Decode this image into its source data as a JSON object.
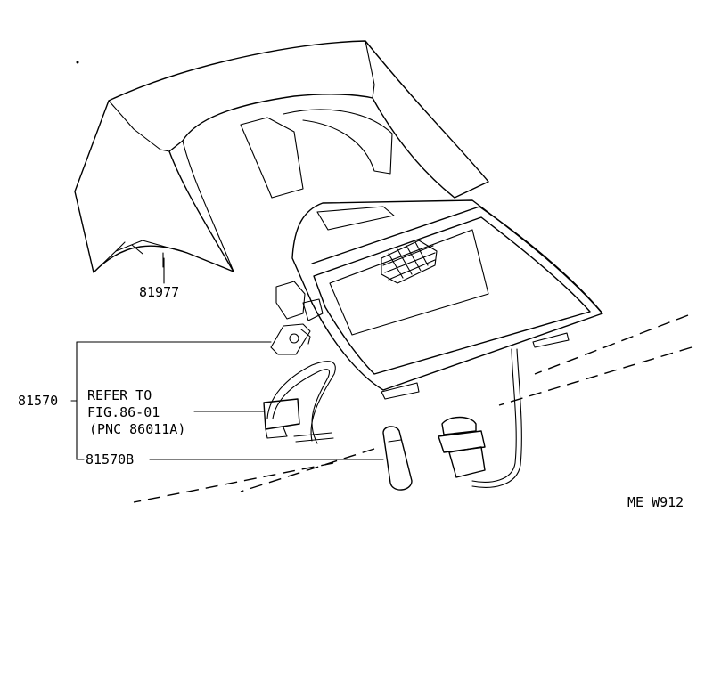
{
  "labels": {
    "part_cover": "81977",
    "part_lamp": "81570",
    "refer_line1": "REFER TO",
    "refer_line2": "FIG.86-01",
    "refer_line3": "(PNC 86011A)",
    "part_bulb": "81570B",
    "figure_code": "ME W912"
  }
}
